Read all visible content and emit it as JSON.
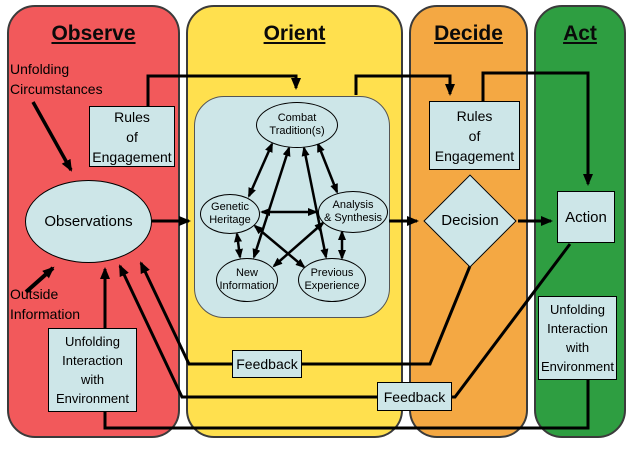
{
  "colors": {
    "observe_red": "#F2595B",
    "orient_yellow": "#FFE04E",
    "decide_orange": "#F4A843",
    "act_green": "#2E9E41",
    "node_fill_blue": "#CDE6E8",
    "arrow_black": "#000000"
  },
  "columns": [
    {
      "header": "Observe"
    },
    {
      "header": "Orient"
    },
    {
      "header": "Decide"
    },
    {
      "header": "Act"
    }
  ],
  "observe": {
    "unfolding_circumstances": {
      "line1": "Unfolding",
      "line2": "Circumstances"
    },
    "rules_of_engagement": {
      "line1": "Rules",
      "line2": "of",
      "line3": "Engagement"
    },
    "observations": "Observations",
    "outside_information": {
      "line1": "Outside",
      "line2": "Information"
    },
    "unfolding_interaction": {
      "line1": "Unfolding",
      "line2": "Interaction",
      "line3": "with",
      "line4": "Environment"
    }
  },
  "orient": {
    "combat_traditions": {
      "line1": "Combat",
      "line2": "Tradition(s)"
    },
    "genetic_heritage": {
      "line1": "Genetic",
      "line2": "Heritage"
    },
    "analysis_synthesis": {
      "line1": "Analysis",
      "line2": "& Synthesis"
    },
    "new_information": {
      "line1": "New",
      "line2": "Information"
    },
    "previous_experience": {
      "line1": "Previous",
      "line2": "Experience"
    },
    "feedback": "Feedback"
  },
  "decide": {
    "rules_of_engagement": {
      "line1": "Rules",
      "line2": "of",
      "line3": "Engagement"
    },
    "decision": "Decision",
    "feedback": "Feedback"
  },
  "act": {
    "action": "Action",
    "unfolding_interaction": {
      "line1": "Unfolding",
      "line2": "Interaction",
      "line3": "with",
      "line4": "Environment"
    }
  }
}
